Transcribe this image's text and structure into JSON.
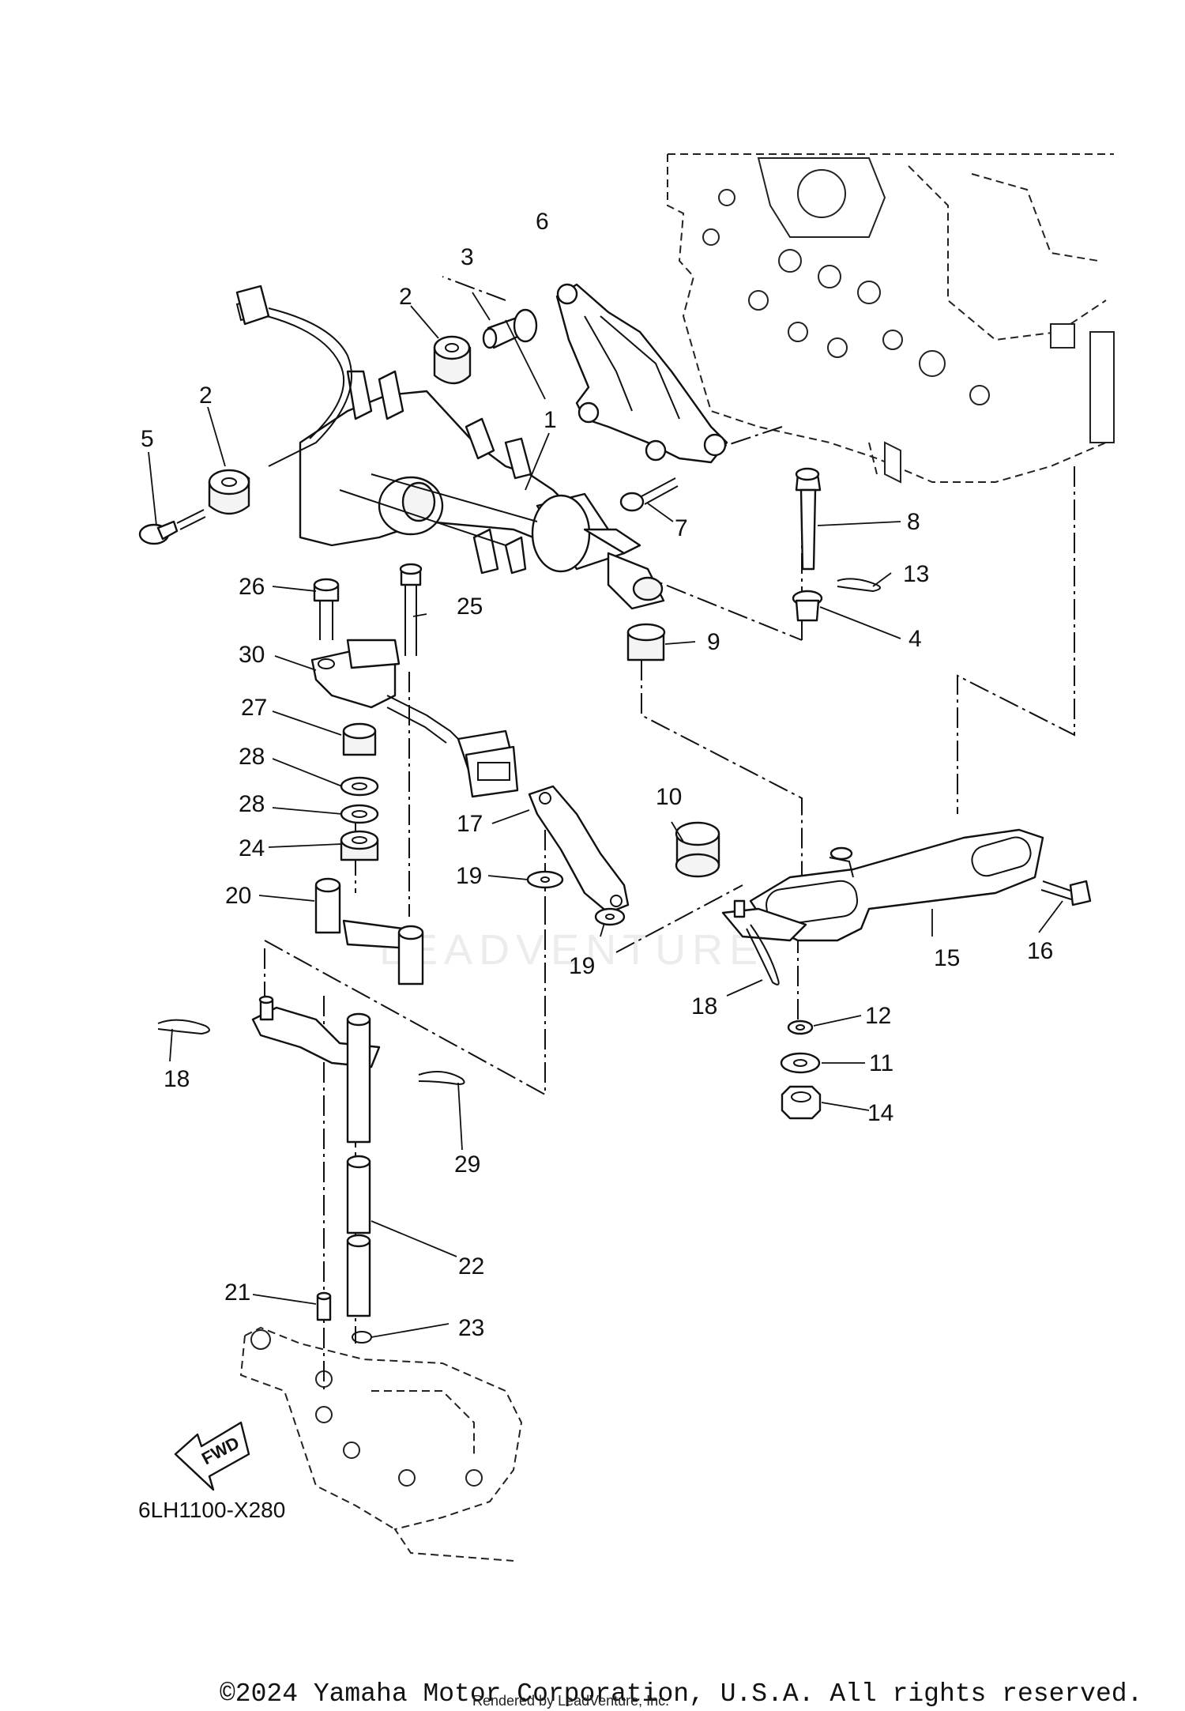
{
  "diagram": {
    "code": "6LH1100-X280",
    "fwd_label": "FWD",
    "watermark": "LEADVENTURE",
    "copyright": "©2024 Yamaha Motor Corporation, U.S.A. All rights reserved.",
    "rendered_by": "Rendered by LeadVenture, Inc.",
    "callouts": {
      "c1": "1",
      "c2a": "2",
      "c2b": "2",
      "c3": "3",
      "c4": "4",
      "c5": "5",
      "c6": "6",
      "c7": "7",
      "c8": "8",
      "c9": "9",
      "c10": "10",
      "c11": "11",
      "c12": "12",
      "c13": "13",
      "c14": "14",
      "c15": "15",
      "c16": "16",
      "c17": "17",
      "c18a": "18",
      "c18b": "18",
      "c19a": "19",
      "c19b": "19",
      "c20": "20",
      "c21": "21",
      "c22": "22",
      "c23": "23",
      "c24": "24",
      "c25": "25",
      "c26": "26",
      "c27": "27",
      "c28a": "28",
      "c28b": "28",
      "c29": "29",
      "c30": "30"
    }
  }
}
